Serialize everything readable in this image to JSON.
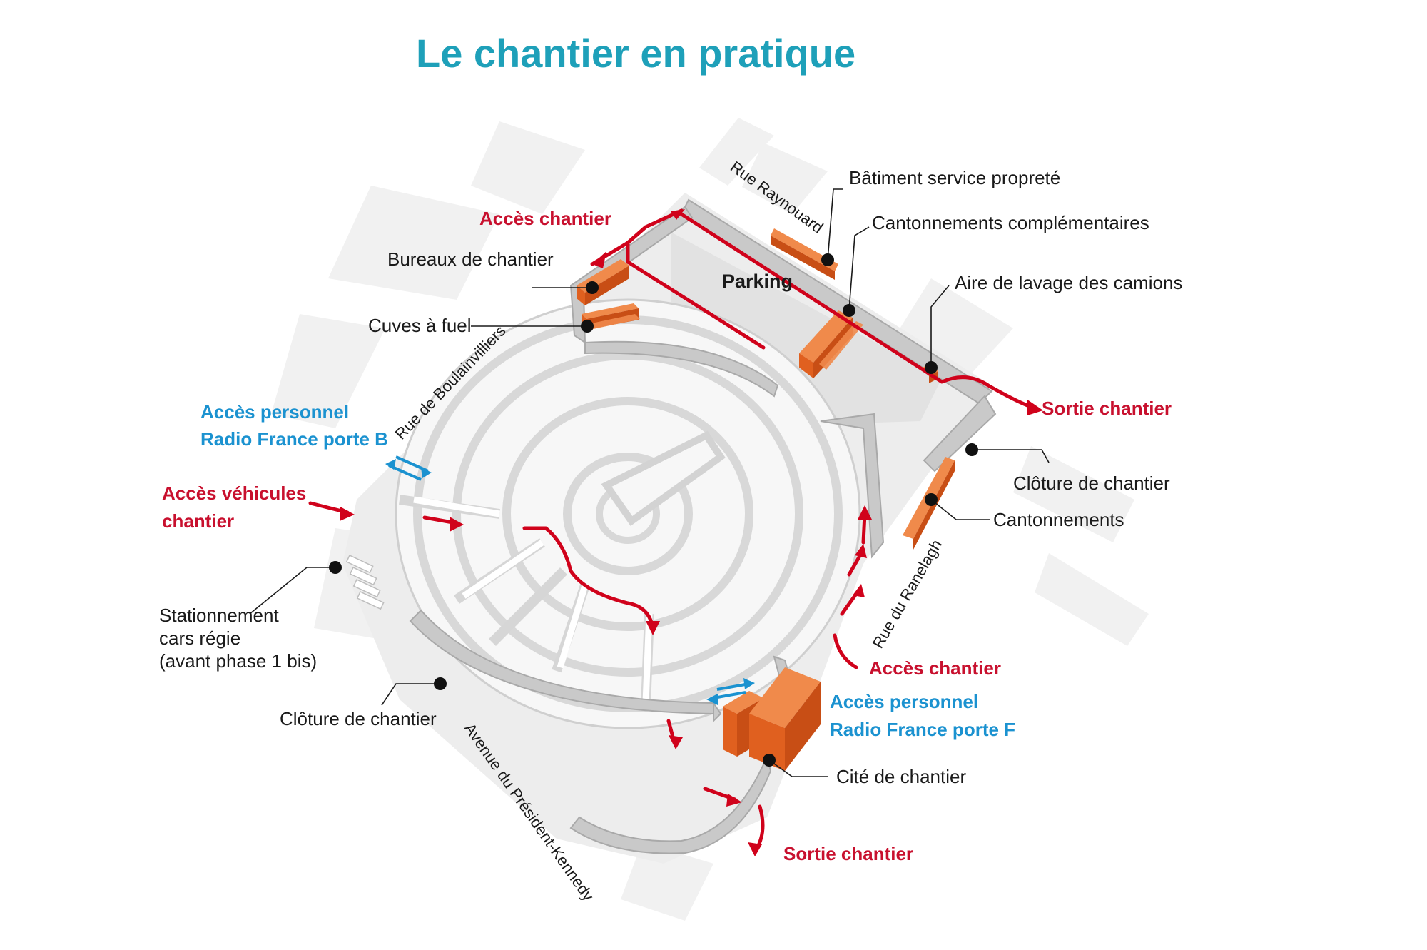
{
  "title": "Le chantier en pratique",
  "colors": {
    "title": "#1ea0b9",
    "access_red": "#c8102e",
    "access_blue": "#1b92d0",
    "building_orange": "#e0601f",
    "ground_grey": "#f0f0f0",
    "wall_grey": "#c9c9c9"
  },
  "labels": {
    "batiment_proprete": "Bâtiment service propreté",
    "cantonnements_complementaires": "Cantonnements complémentaires",
    "aire_lavage": "Aire de lavage des camions",
    "cloture_nord": "Clôture de chantier",
    "cantonnements": "Cantonnements",
    "bureaux": "Bureaux de chantier",
    "cuves": "Cuves à fuel",
    "parking": "Parking",
    "stationnement": [
      "Stationnement",
      "cars régie",
      "(avant phase 1 bis)"
    ],
    "cloture_sud": "Clôture de chantier",
    "cite": "Cité de chantier"
  },
  "access": {
    "acces_chantier_nord": "Accès chantier",
    "sortie_chantier_est": "Sortie chantier",
    "acces_vehicules": [
      "Accès véhicules",
      "chantier"
    ],
    "acces_personnel_b": [
      "Accès personnel",
      "Radio France porte B"
    ],
    "acces_chantier_sud": "Accès chantier",
    "acces_personnel_f": [
      "Accès personnel",
      "Radio France porte F"
    ],
    "sortie_chantier_sud": "Sortie chantier"
  },
  "streets": {
    "raynouard": "Rue Raynouard",
    "boulainvilliers": "Rue de Boulainvilliers",
    "ranelagh": "Rue du Ranelagh",
    "kennedy": "Avenue du Président-Kennedy"
  }
}
